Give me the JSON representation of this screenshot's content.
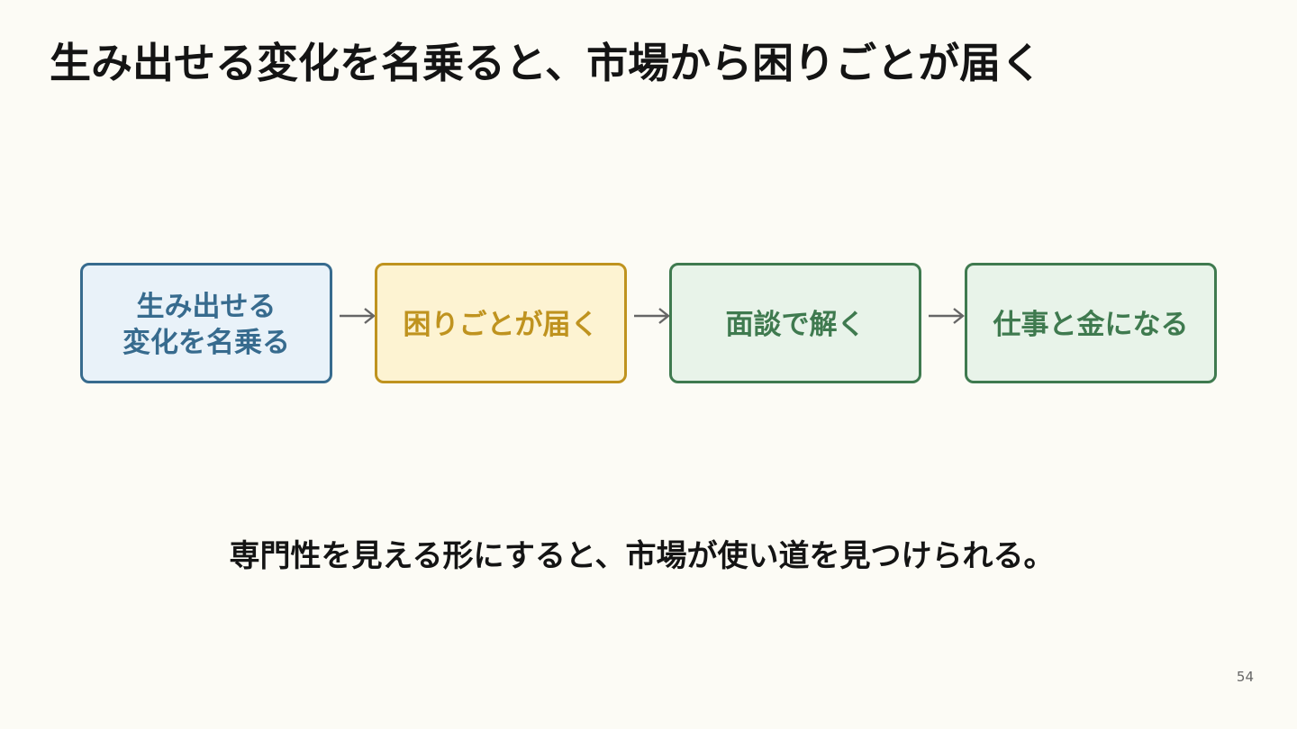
{
  "slide": {
    "title": "生み出せる変化を名乗ると、市場から困りごとが届く",
    "flow": {
      "steps": [
        {
          "label": "生み出せる\n変化を名乗る",
          "color": "#376b8e",
          "fill": "#e9f2f9"
        },
        {
          "label": "困りごとが届く",
          "color": "#bf931f",
          "fill": "#fdf3d2"
        },
        {
          "label": "面談で解く",
          "color": "#3f7a4f",
          "fill": "#e8f3e9"
        },
        {
          "label": "仕事と金になる",
          "color": "#3f7a4f",
          "fill": "#e8f3e9"
        }
      ],
      "connector_icon": "right-arrow-icon"
    },
    "tagline": "専門性を見える形にすると、市場が使い道を見つけられる。",
    "page_number": "54"
  },
  "colors": {
    "background": "#fcfbf5",
    "text": "#141414",
    "arrow": "#666666"
  }
}
